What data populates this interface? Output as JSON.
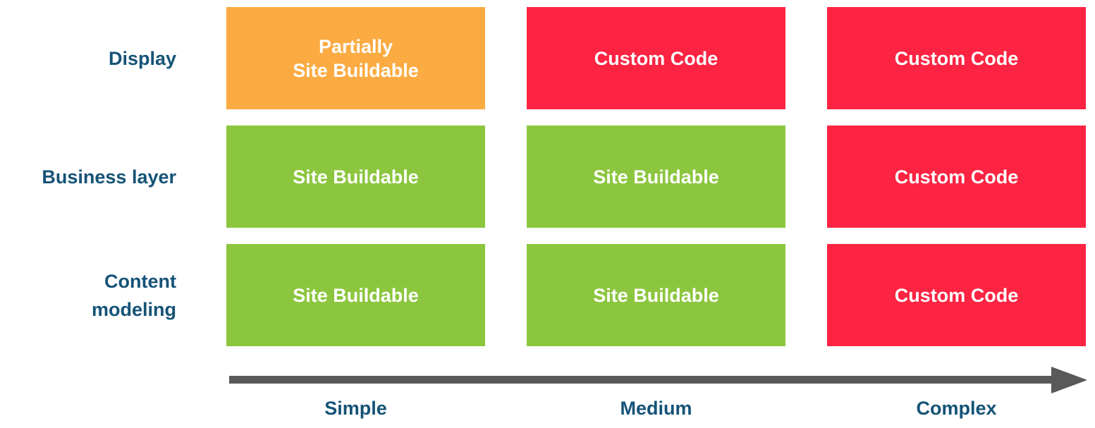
{
  "colors": {
    "partial": "#FBAB42",
    "buildable": "#8CC63F",
    "custom": "#FC2442",
    "label-text": "#155377",
    "cell-text": "#FFFFFF",
    "arrow": "#595959",
    "background": "#FFFFFF"
  },
  "matrix": {
    "rows": [
      {
        "label": "Display",
        "cells": [
          {
            "text": "Partially\nSite Buildable",
            "status": "partial"
          },
          {
            "text": "Custom Code",
            "status": "custom"
          },
          {
            "text": "Custom Code",
            "status": "custom"
          }
        ]
      },
      {
        "label": "Business layer",
        "cells": [
          {
            "text": "Site Buildable",
            "status": "buildable"
          },
          {
            "text": "Site Buildable",
            "status": "buildable"
          },
          {
            "text": "Custom Code",
            "status": "custom"
          }
        ]
      },
      {
        "label": "Content\nmodeling",
        "cells": [
          {
            "text": "Site Buildable",
            "status": "buildable"
          },
          {
            "text": "Site Buildable",
            "status": "buildable"
          },
          {
            "text": "Custom Code",
            "status": "custom"
          }
        ]
      }
    ],
    "columns": [
      {
        "label": "Simple"
      },
      {
        "label": "Medium"
      },
      {
        "label": "Complex"
      }
    ]
  }
}
